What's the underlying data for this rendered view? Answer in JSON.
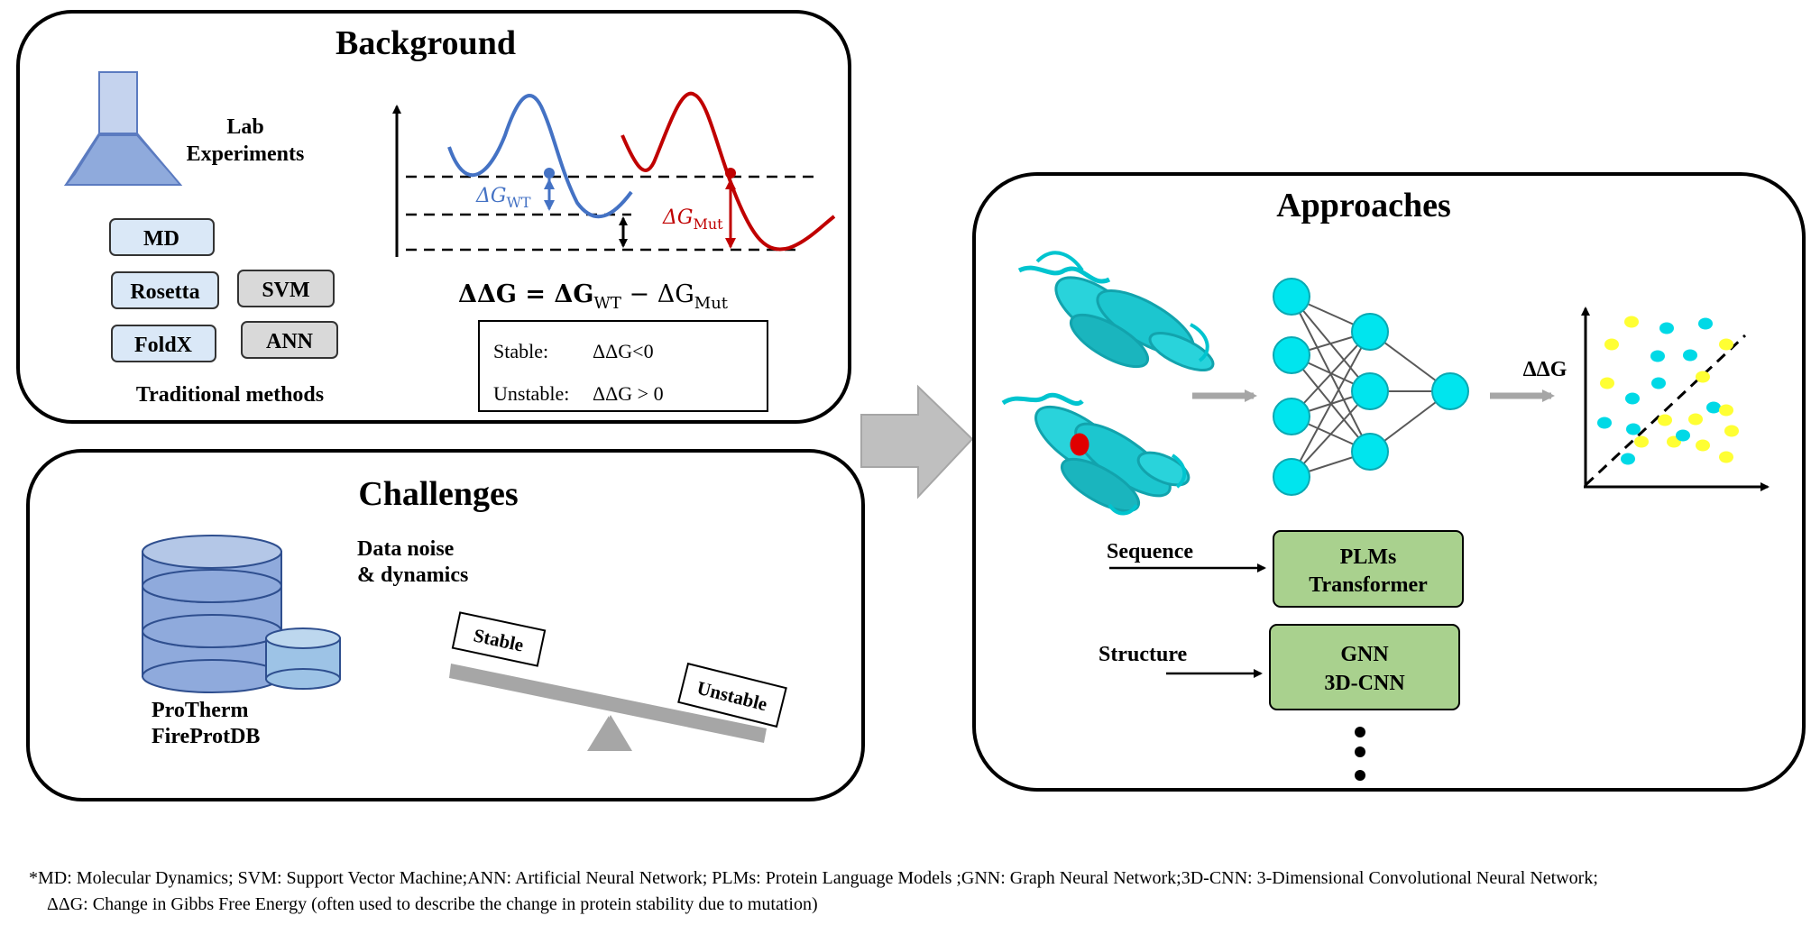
{
  "background": {
    "title": "Background",
    "lab_label_1": "Lab",
    "lab_label_2": "Experiments",
    "methods": [
      "MD",
      "Rosetta",
      "FoldX",
      "SVM",
      "ANN"
    ],
    "methods_caption": "Traditional methods",
    "dg_wt": "ΔG",
    "dg_wt_sub": "WT",
    "dg_mut": "ΔG",
    "dg_mut_sub": "Mut",
    "equation_lhs": "ΔΔG = ΔG",
    "equation_sub1": "WT",
    "equation_mid": " − ΔG",
    "equation_sub2": "Mut",
    "stable_label": "Stable:",
    "stable_rule": "ΔΔG<0",
    "unstable_label": "Unstable:",
    "unstable_rule": "ΔΔG > 0",
    "colors": {
      "wt": "#4472c4",
      "mut": "#c00000"
    }
  },
  "challenges": {
    "title": "Challenges",
    "noise_1": "Data noise",
    "noise_2": "& dynamics",
    "db_1": "ProTherm",
    "db_2": "FireProtDB",
    "seesaw_left": "Stable",
    "seesaw_right": "Unstable"
  },
  "approaches": {
    "title": "Approaches",
    "output_label": "ΔΔG",
    "sequence_label": "Sequence",
    "sequence_box_1": "PLMs",
    "sequence_box_2": "Transformer",
    "structure_label": "Structure",
    "structure_box_1": "GNN",
    "structure_box_2": "3D-CNN",
    "colors": {
      "node": "#00e5ee",
      "cyan_dot": "#00d9e6",
      "yellow_dot": "#ffff33",
      "green_box": "#a9d18e"
    }
  },
  "footnote": {
    "line1": "*MD: Molecular Dynamics; SVM: Support Vector Machine;ANN: Artificial Neural Network; PLMs: Protein Language Models ;GNN: Graph Neural Network;3D-CNN: 3-Dimensional Convolutional Neural Network;",
    "line2": "ΔΔG: Change in Gibbs Free Energy (often used to describe the change in protein stability due to mutation)"
  }
}
